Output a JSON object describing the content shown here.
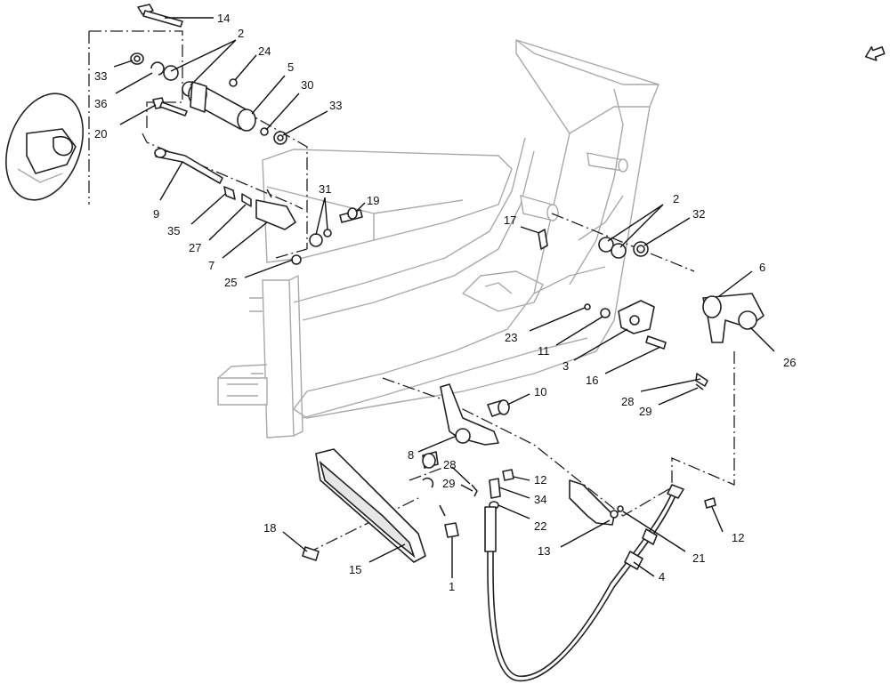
{
  "callouts": [
    {
      "id": "c14",
      "label": "14"
    },
    {
      "id": "c2a",
      "label": "2"
    },
    {
      "id": "c24",
      "label": "24"
    },
    {
      "id": "c5",
      "label": "5"
    },
    {
      "id": "c30",
      "label": "30"
    },
    {
      "id": "c33a",
      "label": "33"
    },
    {
      "id": "c33b",
      "label": "33"
    },
    {
      "id": "c36",
      "label": "36"
    },
    {
      "id": "c20",
      "label": "20"
    },
    {
      "id": "c9",
      "label": "9"
    },
    {
      "id": "c35",
      "label": "35"
    },
    {
      "id": "c27",
      "label": "27"
    },
    {
      "id": "c7",
      "label": "7"
    },
    {
      "id": "c25",
      "label": "25"
    },
    {
      "id": "c31",
      "label": "31"
    },
    {
      "id": "c19",
      "label": "19"
    },
    {
      "id": "c17",
      "label": "17"
    },
    {
      "id": "c2b",
      "label": "2"
    },
    {
      "id": "c32",
      "label": "32"
    },
    {
      "id": "c6",
      "label": "6"
    },
    {
      "id": "c26",
      "label": "26"
    },
    {
      "id": "c23",
      "label": "23"
    },
    {
      "id": "c11",
      "label": "11"
    },
    {
      "id": "c3",
      "label": "3"
    },
    {
      "id": "c16",
      "label": "16"
    },
    {
      "id": "c28a",
      "label": "28"
    },
    {
      "id": "c29a",
      "label": "29"
    },
    {
      "id": "c10",
      "label": "10"
    },
    {
      "id": "c8",
      "label": "8"
    },
    {
      "id": "c28b",
      "label": "28"
    },
    {
      "id": "c29b",
      "label": "29"
    },
    {
      "id": "c12a",
      "label": "12"
    },
    {
      "id": "c34",
      "label": "34"
    },
    {
      "id": "c22",
      "label": "22"
    },
    {
      "id": "c12b",
      "label": "12"
    },
    {
      "id": "c13",
      "label": "13"
    },
    {
      "id": "c21",
      "label": "21"
    },
    {
      "id": "c4",
      "label": "4"
    },
    {
      "id": "c18",
      "label": "18"
    },
    {
      "id": "c15",
      "label": "15"
    },
    {
      "id": "c1",
      "label": "1"
    }
  ],
  "icons": {
    "orientation": "direction-arrow-icon"
  }
}
